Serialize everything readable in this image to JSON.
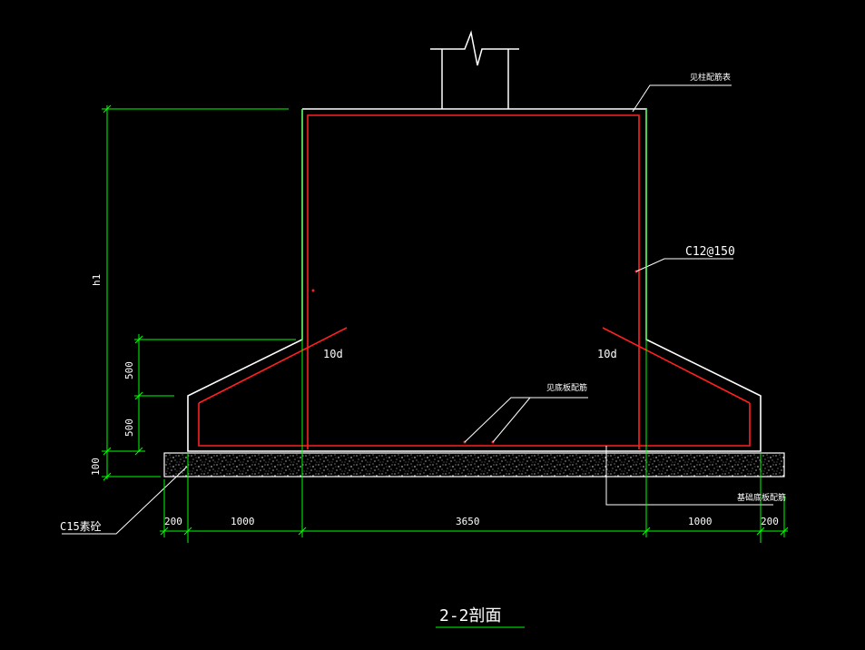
{
  "colors": {
    "background": "#000000",
    "concrete_outline": "#ffffff",
    "rebar": "#ff2020",
    "dimension": "#00ff00",
    "text": "#ffffff"
  },
  "title": "2-2剖面",
  "annotations": {
    "top_note": "见柱配筋表",
    "rebar_spec": "C12@150",
    "anchor_left": "10d",
    "anchor_right": "10d",
    "bottom_note": "见底板配筋",
    "right_bottom_note": "基础底板配筋",
    "blinding": "C15素砼"
  },
  "dimensions": {
    "height_label": "h1",
    "slope_upper": "500",
    "slope_lower": "500",
    "blinding_thickness": "100",
    "bottom_left_pad": "200",
    "bottom_left_slope": "1000",
    "bottom_middle": "3650",
    "bottom_right_slope": "1000",
    "bottom_right_pad": "200"
  }
}
